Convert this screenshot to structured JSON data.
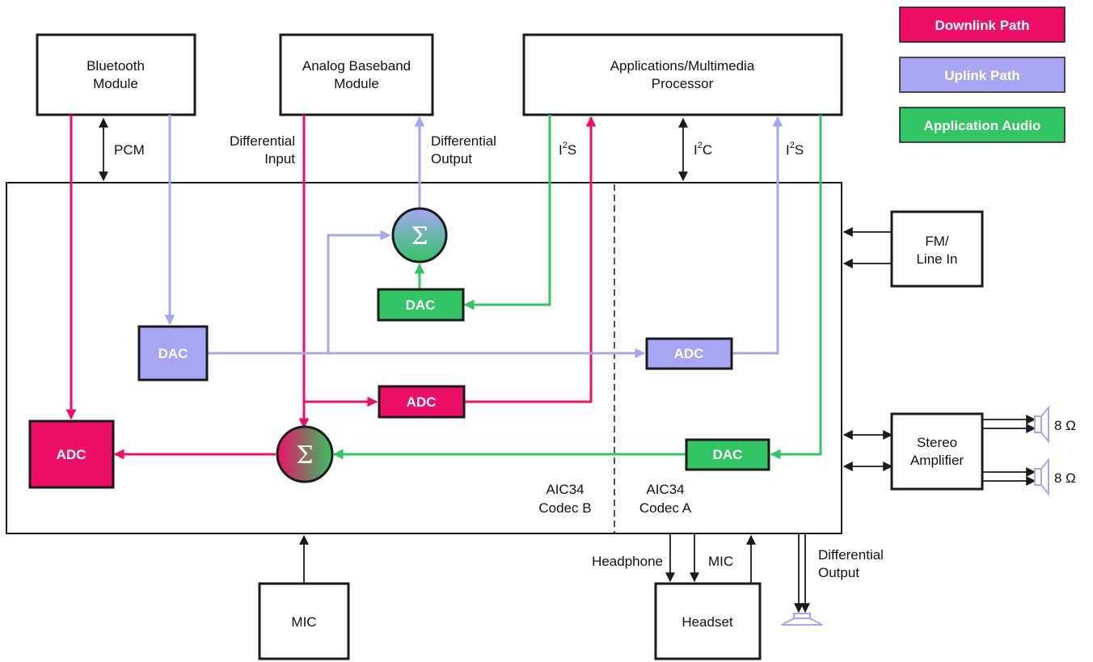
{
  "legend": {
    "downlink": "Downlink Path",
    "uplink": "Uplink Path",
    "application": "Application Audio"
  },
  "blocks": {
    "bluetooth": [
      "Bluetooth",
      "Module"
    ],
    "baseband": [
      "Analog Baseband",
      "Module"
    ],
    "processor": [
      "Applications/Multimedia",
      "Processor"
    ],
    "fm": [
      "FM/",
      "Line In"
    ],
    "stereo_amp": [
      "Stereo",
      "Amplifier"
    ],
    "mic": "MIC",
    "headset": "Headset"
  },
  "inner_blocks": {
    "dac": "DAC",
    "adc": "ADC",
    "sigma": "Σ"
  },
  "signals": {
    "pcm": "PCM",
    "diff_input": [
      "Differential",
      "Input"
    ],
    "diff_output_top": [
      "Differential",
      "Output"
    ],
    "i2s_left": {
      "base": "I",
      "sup": "2",
      "rest": "S"
    },
    "i2c": {
      "base": "I",
      "sup": "2",
      "rest": "C"
    },
    "i2s_right": {
      "base": "I",
      "sup": "2",
      "rest": "S"
    },
    "headphone": "Headphone",
    "mic_out": "MIC",
    "diff_output_bottom": [
      "Differential",
      "Output"
    ],
    "speaker_top": "8 Ω",
    "speaker_bottom": "8 Ω"
  },
  "codecs": {
    "codec_b": [
      "AIC34",
      "Codec B"
    ],
    "codec_a": [
      "AIC34",
      "Codec A"
    ]
  },
  "colors": {
    "downlink": "#ED0F67",
    "uplink": "#A6A6F5",
    "application": "#33C463",
    "ink": "#1A1A1A"
  }
}
